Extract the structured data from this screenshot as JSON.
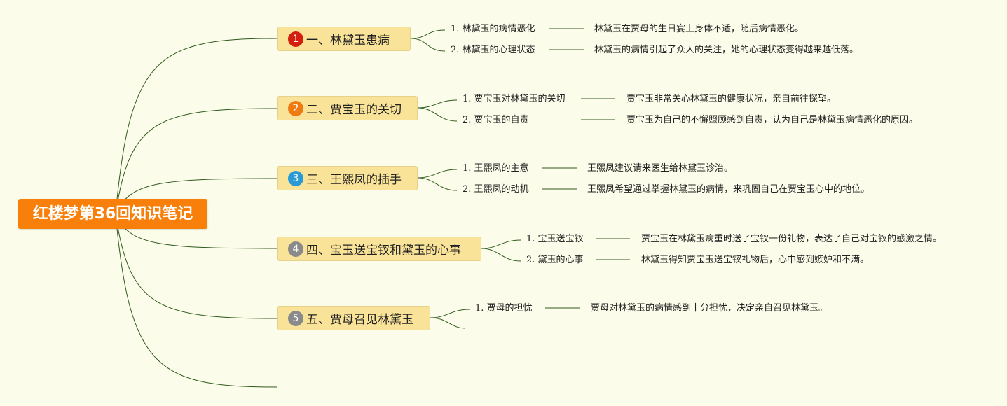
{
  "root": {
    "title": "红楼梦第36回知识笔记"
  },
  "topics": [
    {
      "badge": "1",
      "badge_color": "#d41f0e",
      "title": "一、林黛玉患病",
      "subs": [
        {
          "label": "1. 林黛玉的病情恶化",
          "detail": "林黛玉在贾母的生日宴上身体不适，随后病情恶化。"
        },
        {
          "label": "2. 林黛玉的心理状态",
          "detail": "林黛玉的病情引起了众人的关注，她的心理状态变得越来越低落。"
        }
      ]
    },
    {
      "badge": "2",
      "badge_color": "#ef7a12",
      "title": "二、贾宝玉的关切",
      "subs": [
        {
          "label": "1. 贾宝玉对林黛玉的关切",
          "detail": "贾宝玉非常关心林黛玉的健康状况，亲自前往探望。"
        },
        {
          "label": "2. 贾宝玉的自责",
          "detail": "贾宝玉为自己的不懈照顾感到自责，认为自己是林黛玉病情恶化的原因。"
        }
      ]
    },
    {
      "badge": "3",
      "badge_color": "#2a9ad6",
      "title": "三、王熙凤的插手",
      "subs": [
        {
          "label": "1. 王熙凤的主意",
          "detail": "王熙凤建议请来医生给林黛玉诊治。"
        },
        {
          "label": "2. 王熙凤的动机",
          "detail": "王熙凤希望通过掌握林黛玉的病情，来巩固自己在贾宝玉心中的地位。"
        }
      ]
    },
    {
      "badge": "4",
      "badge_color": "#8a8a8a",
      "title": "四、宝玉送宝钗和黛玉的心事",
      "subs": [
        {
          "label": "1. 宝玉送宝钗",
          "detail": "贾宝玉在林黛玉病重时送了宝钗一份礼物，表达了自己对宝钗的感激之情。"
        },
        {
          "label": "2. 黛玉的心事",
          "detail": "林黛玉得知贾宝玉送宝钗礼物后，心中感到嫉妒和不满。"
        }
      ]
    },
    {
      "badge": "5",
      "badge_color": "#8a8a8a",
      "title": "五、贾母召见林黛玉",
      "subs": [
        {
          "label": "1. 贾母的担忧",
          "detail": "贾母对林黛玉的病情感到十分担忧，决定亲自召见林黛玉。"
        }
      ]
    }
  ],
  "colors": {
    "line": "#2f5a1c",
    "root_bg": "#f87f09",
    "topic_bg": "#f9e398",
    "background": "#fcfcea"
  }
}
